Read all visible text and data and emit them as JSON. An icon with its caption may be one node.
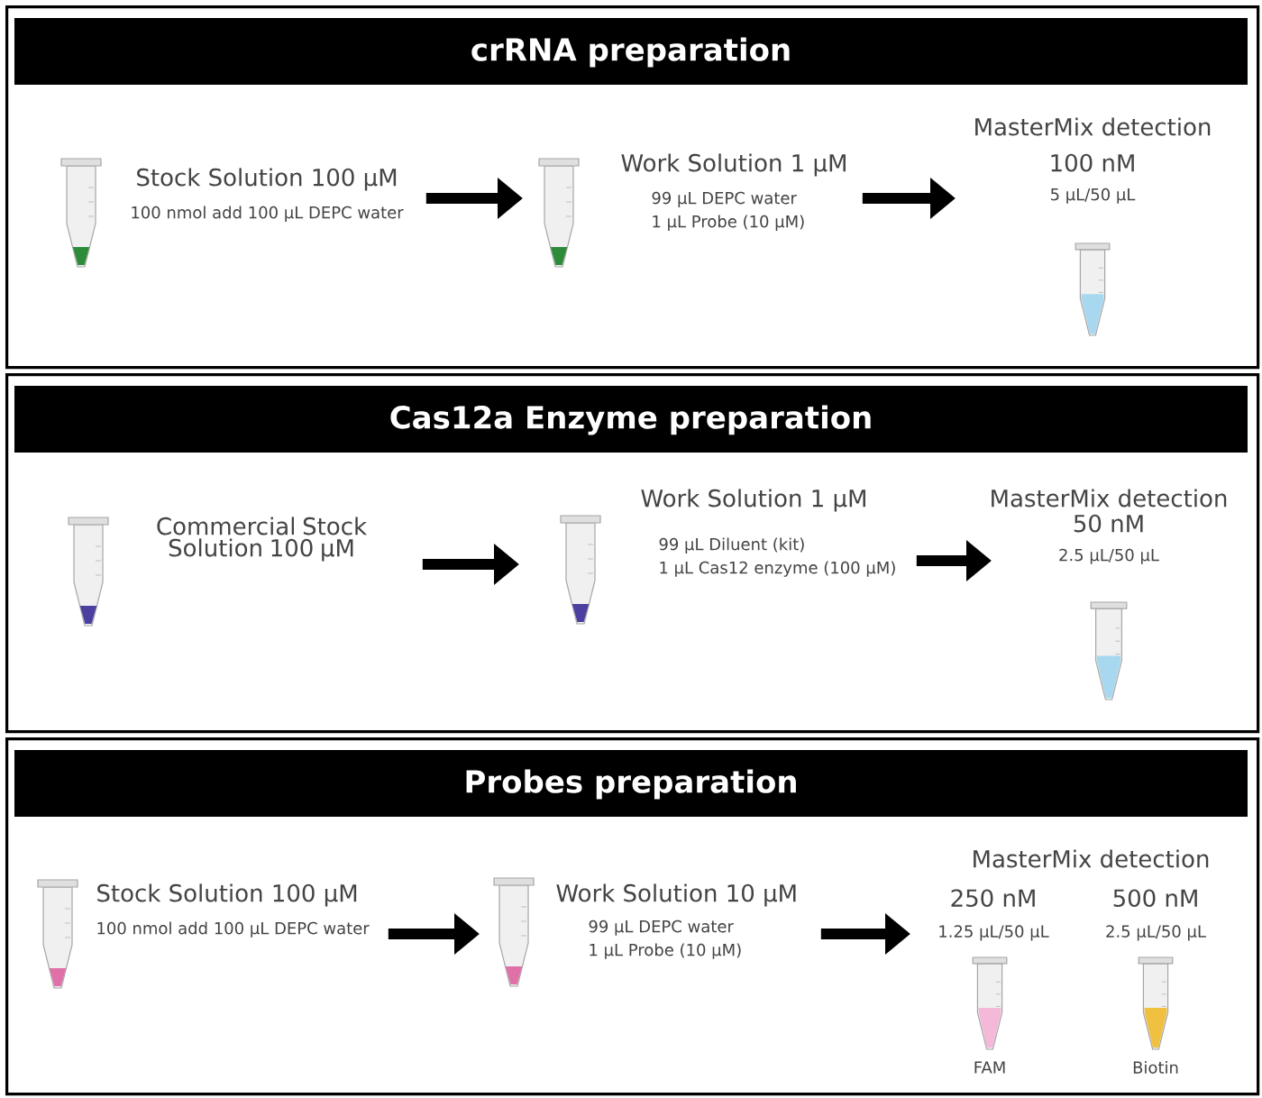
{
  "diagram": {
    "nodes": [
      {
        "text": [
          "crRNA preparation"
        ]
      },
      {
        "text": [
          "Stock Solution 100 µM",
          "100 nmol add 100 µL DEPC water"
        ],
        "in": 0
      },
      {
        "text": [
          "Work Solution 1 µM",
          "99 µL DEPC water",
          "1 µL Probe (10 µM)"
        ],
        "in": 0
      },
      {
        "text": [
          "MasterMix detection",
          "100 nM",
          "5 µL/50 µL"
        ],
        "in": 0
      },
      {
        "text": [
          "Cas12a Enzyme preparation"
        ]
      },
      {
        "text": [
          "Commercial Stock Solution 100 µM"
        ],
        "in": 4
      },
      {
        "text": [
          "Work Solution 1 µM",
          "99 µL Diluent (kit)",
          "1 µL Cas12 enzyme (100 µM)"
        ],
        "in": 4
      },
      {
        "text": [
          "MasterMix detection",
          "50 nM",
          "2.5 µL/50 µL"
        ],
        "in": 4
      },
      {
        "text": [
          "Probes preparation"
        ]
      },
      {
        "text": [
          "Stock Solution 100 µM",
          "100 nmol add 100 µL DEPC water"
        ],
        "in": 8
      },
      {
        "text": [
          "Work Solution 10 µM",
          "99 µL DEPC water",
          "1 µL Probe (10 µM)"
        ],
        "in": 8
      },
      {
        "text": [
          "MasterMix detection"
        ],
        "in": 8
      },
      {
        "text": [
          "250 nM",
          "1.25 µL/50 µL",
          "FAM"
        ],
        "in": 11
      },
      {
        "text": [
          "500 nM",
          "2.5 µL/50 µL",
          "Biotin"
        ],
        "in": 11
      }
    ],
    "edges": [
      {
        "from": 1,
        "to": 2,
        "arrow": "to"
      },
      {
        "from": 2,
        "to": 3,
        "arrow": "to"
      },
      {
        "from": 5,
        "to": 6,
        "arrow": "to"
      },
      {
        "from": 6,
        "to": 7,
        "arrow": "to"
      },
      {
        "from": 9,
        "to": 10,
        "arrow": "to"
      },
      {
        "from": 10,
        "to": 11,
        "arrow": "to"
      }
    ]
  }
}
